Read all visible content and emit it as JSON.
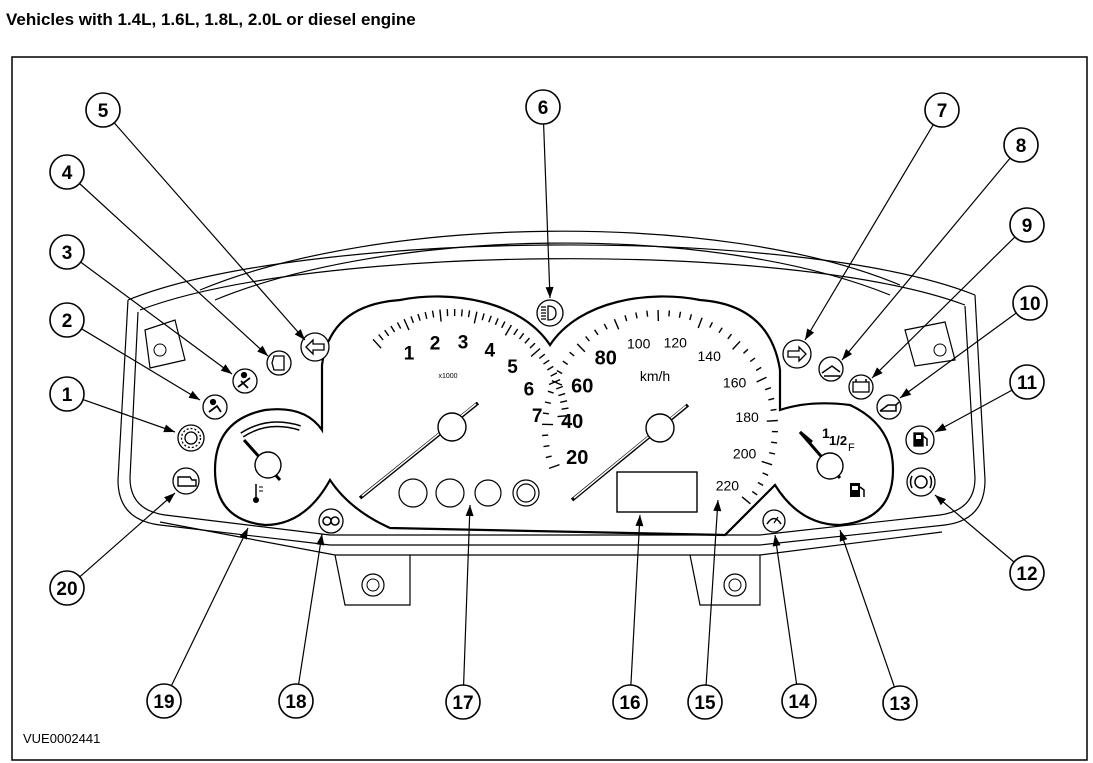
{
  "title": "Vehicles with 1.4L, 1.6L, 1.8L, 2.0L or diesel engine",
  "figure_id": "VUE0002441",
  "callouts": [
    "1",
    "2",
    "3",
    "4",
    "5",
    "6",
    "7",
    "8",
    "9",
    "10",
    "11",
    "12",
    "13",
    "14",
    "15",
    "16",
    "17",
    "18",
    "19",
    "20"
  ],
  "tachometer": {
    "labels": [
      "1",
      "2",
      "3",
      "4",
      "5",
      "6",
      "7"
    ],
    "multiplier": "x1000"
  },
  "speedometer": {
    "labels": [
      "20",
      "40",
      "60",
      "80",
      "100",
      "120",
      "140",
      "160",
      "180",
      "200",
      "220"
    ],
    "unit": "km/h"
  },
  "fuel_gauge": {
    "labels": [
      "1",
      "1/2",
      "F"
    ]
  },
  "icons": {
    "c1": "brake-warning-icon",
    "c2": "airbag-icon",
    "c3": "seatbelt-icon",
    "c4": "door-open-icon",
    "c5": "left-turn-indicator-icon",
    "c6": "main-beam-icon",
    "c7": "right-turn-indicator-icon",
    "c8": "oil-pressure-icon",
    "c9": "battery-icon",
    "c10": "engine-oil-icon",
    "c11": "fuel-reserve-icon",
    "c12": "abs-icon",
    "c14": "cruise-control-icon",
    "c18": "glow-plug-icon",
    "c20": "engine-management-icon"
  }
}
